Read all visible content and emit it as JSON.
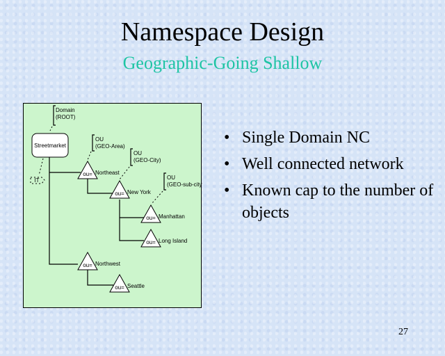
{
  "title": "Namespace Design",
  "subtitle": "Geographic-Going Shallow",
  "diagram": {
    "root_label_1": "Domain",
    "root_label_2": "(ROOT)",
    "root_node": "Streetmarket",
    "it_node": "IT",
    "area_label_1": "OU",
    "area_label_2": "(GEO-Area)",
    "city_label_1": "OU",
    "city_label_2": "(GEO-City)",
    "subcity_label_1": "OU",
    "subcity_label_2": "(GEO-sub-city)",
    "ou_prefix": "ou=",
    "nodes": [
      "Northeast",
      "New York",
      "Manhattan",
      "Long Island",
      "Northwest",
      "Seattle"
    ]
  },
  "bullets": [
    "Single Domain NC",
    "Well connected network",
    "Known cap to the number of objects"
  ],
  "bullet_symbol": "•",
  "page_number": "27",
  "colors": {
    "background": "#d6e4f7",
    "diagram_bg": "#ccf5cc",
    "subtitle": "#1ec4a4"
  }
}
